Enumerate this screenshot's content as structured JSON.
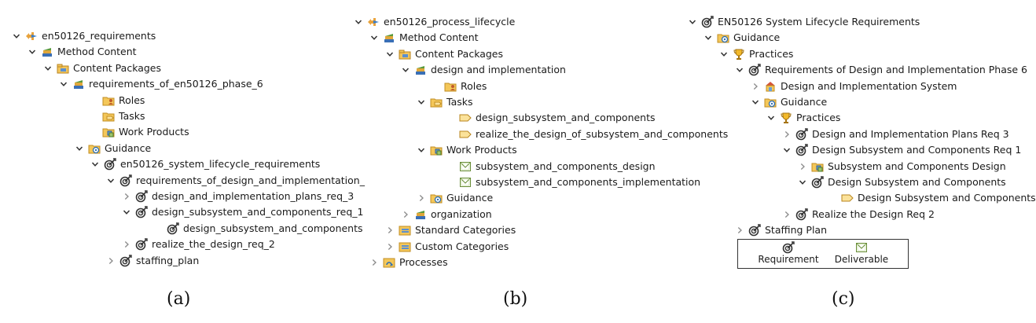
{
  "panel_a": {
    "caption": "(a)",
    "rows": [
      {
        "label": "en50126_requirements",
        "icon": "process-root-icon",
        "chev": "down"
      },
      {
        "label": "Method Content",
        "icon": "method-library-icon",
        "chev": "down"
      },
      {
        "label": "Content Packages",
        "icon": "content-packages-icon",
        "chev": "down"
      },
      {
        "label": "requirements_of_en50126_phase_6",
        "icon": "method-library-icon",
        "chev": "down"
      },
      {
        "label": "Roles",
        "icon": "roles-folder-icon",
        "chev": "none"
      },
      {
        "label": "Tasks",
        "icon": "tasks-folder-icon",
        "chev": "none"
      },
      {
        "label": "Work Products",
        "icon": "work-products-folder-icon",
        "chev": "none"
      },
      {
        "label": "Guidance",
        "icon": "guidance-folder-icon",
        "chev": "down"
      },
      {
        "label": "en50126_system_lifecycle_requirements",
        "icon": "practice-target-icon",
        "chev": "down"
      },
      {
        "label": "requirements_of_design_and_implementation_",
        "icon": "practice-target-icon",
        "chev": "down"
      },
      {
        "label": "design_and_implementation_plans_req_3",
        "icon": "practice-target-icon",
        "chev": "right"
      },
      {
        "label": "design_subsystem_and_components_req_1",
        "icon": "practice-target-icon",
        "chev": "down"
      },
      {
        "label": "design_subsystem_and_components",
        "icon": "practice-target-icon",
        "chev": "none"
      },
      {
        "label": "realize_the_design_req_2",
        "icon": "practice-target-icon",
        "chev": "right"
      },
      {
        "label": "staffing_plan",
        "icon": "practice-target-icon",
        "chev": "right"
      }
    ]
  },
  "panel_b": {
    "caption": "(b)",
    "rows": [
      {
        "label": "en50126_process_lifecycle",
        "icon": "process-root-icon",
        "chev": "down"
      },
      {
        "label": "Method Content",
        "icon": "method-library-icon",
        "chev": "down"
      },
      {
        "label": "Content Packages",
        "icon": "content-packages-icon",
        "chev": "down"
      },
      {
        "label": "design and implementation",
        "icon": "method-library-icon",
        "chev": "down"
      },
      {
        "label": "Roles",
        "icon": "roles-folder-icon",
        "chev": "none"
      },
      {
        "label": "Tasks",
        "icon": "tasks-folder-icon",
        "chev": "down"
      },
      {
        "label": "design_subsystem_and_components",
        "icon": "task-icon",
        "chev": "none"
      },
      {
        "label": "realize_the_design_of_subsystem_and_components",
        "icon": "task-icon",
        "chev": "none"
      },
      {
        "label": "Work Products",
        "icon": "work-products-folder-icon",
        "chev": "down"
      },
      {
        "label": "subsystem_and_components_design",
        "icon": "deliverable-icon",
        "chev": "none"
      },
      {
        "label": "subsystem_and_components_implementation",
        "icon": "deliverable-icon",
        "chev": "none"
      },
      {
        "label": "Guidance",
        "icon": "guidance-folder-icon",
        "chev": "right"
      },
      {
        "label": "organization",
        "icon": "method-library-icon",
        "chev": "right"
      },
      {
        "label": "Standard Categories",
        "icon": "categories-icon",
        "chev": "right"
      },
      {
        "label": "Custom Categories",
        "icon": "categories-icon",
        "chev": "right"
      },
      {
        "label": "Processes",
        "icon": "processes-icon",
        "chev": "right"
      }
    ]
  },
  "panel_c": {
    "caption": "(c)",
    "rows": [
      {
        "label": "EN50126 System Lifecycle Requirements",
        "icon": "practice-target-icon",
        "chev": "down"
      },
      {
        "label": "Guidance",
        "icon": "guidance-folder-icon",
        "chev": "down"
      },
      {
        "label": "Practices",
        "icon": "practices-trophy-icon",
        "chev": "down"
      },
      {
        "label": "Requirements of Design and Implementation Phase 6",
        "icon": "practice-target-icon",
        "chev": "down"
      },
      {
        "label": "Design and Implementation System",
        "icon": "system-icon",
        "chev": "right"
      },
      {
        "label": "Guidance",
        "icon": "guidance-folder-icon",
        "chev": "down"
      },
      {
        "label": "Practices",
        "icon": "practices-trophy-icon",
        "chev": "down"
      },
      {
        "label": "Design and Implementation Plans Req 3",
        "icon": "practice-target-icon",
        "chev": "right"
      },
      {
        "label": "Design Subsystem and Components Req 1",
        "icon": "practice-target-icon",
        "chev": "down"
      },
      {
        "label": "Subsystem and Components Design",
        "icon": "work-products-folder-icon",
        "chev": "right"
      },
      {
        "label": "Design Subsystem and Components",
        "icon": "practice-target-icon",
        "chev": "down"
      },
      {
        "label": "Design Subsystem and Components",
        "icon": "task-icon",
        "chev": "none"
      },
      {
        "label": "Realize the Design Req 2",
        "icon": "practice-target-icon",
        "chev": "right"
      },
      {
        "label": "Staffing Plan",
        "icon": "practice-target-icon",
        "chev": "right"
      }
    ],
    "legend": [
      {
        "label": "Requirement",
        "icon": "practice-target-icon"
      },
      {
        "label": "Deliverable",
        "icon": "deliverable-icon"
      }
    ]
  }
}
